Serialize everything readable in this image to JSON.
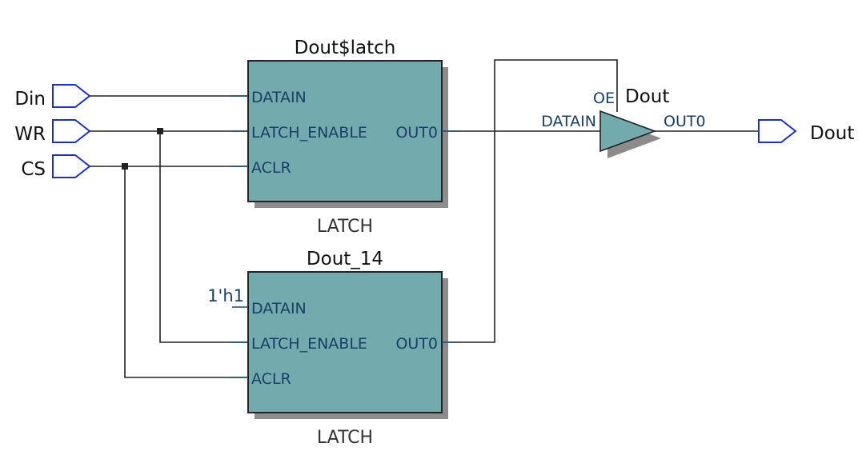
{
  "inputs": {
    "din": "Din",
    "wr": "WR",
    "cs": "CS"
  },
  "output": {
    "name": "Dout"
  },
  "latch1": {
    "instance": "Dout$latch",
    "type": "LATCH",
    "pins": {
      "datain": "DATAIN",
      "latch_enable": "LATCH_ENABLE",
      "aclr": "ACLR",
      "out": "OUT0"
    }
  },
  "latch2": {
    "instance": "Dout_14",
    "type": "LATCH",
    "constant": "1'h1",
    "pins": {
      "datain": "DATAIN",
      "latch_enable": "LATCH_ENABLE",
      "aclr": "ACLR",
      "out": "OUT0"
    }
  },
  "buffer": {
    "instance": "Dout",
    "pins": {
      "oe": "OE",
      "datain": "DATAIN",
      "out": "OUT0"
    }
  }
}
